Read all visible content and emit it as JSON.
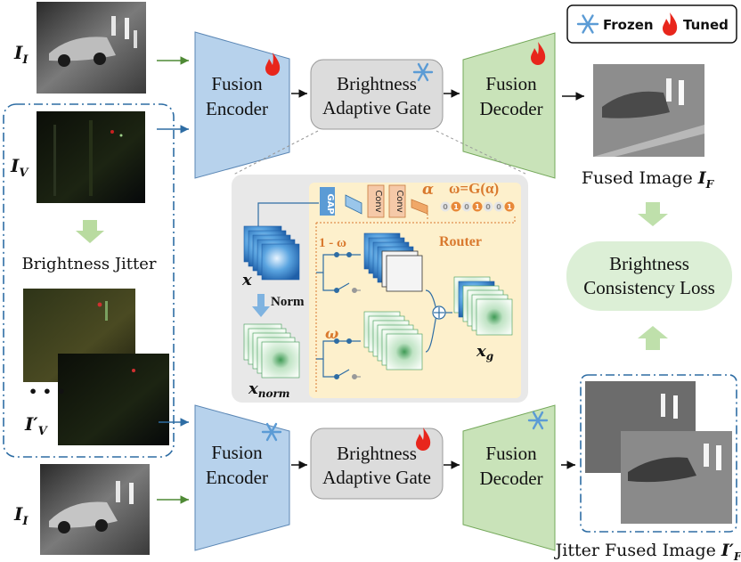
{
  "legend": {
    "frozen_label": "Frozen",
    "tuned_label": "Tuned"
  },
  "inputs": {
    "ir_label_main": "I",
    "ir_label_sub": "I",
    "vis_label_main": "I",
    "vis_label_sub": "V",
    "vis_jitter_label_main": "I′",
    "vis_jitter_label_sub": "V",
    "brightness_jitter": "Brightness Jitter",
    "ellipsis": "• • •"
  },
  "top_branch": {
    "encoder": [
      "Fusion",
      "Encoder"
    ],
    "gate": [
      "Brightness",
      "Adaptive Gate"
    ],
    "decoder": [
      "Fusion",
      "Decoder"
    ],
    "output_label_main": "Fused Image ",
    "output_label_var": "I",
    "output_label_sub": "F"
  },
  "bottom_branch": {
    "encoder": [
      "Fusion",
      "Encoder"
    ],
    "gate": [
      "Brightness",
      "Adaptive Gate"
    ],
    "decoder": [
      "Fusion",
      "Decoder"
    ],
    "output_label_main": "Jitter Fused Image ",
    "output_label_var": "I′",
    "output_label_sub": "F"
  },
  "loss": [
    "Brightness",
    "Consistency Loss"
  ],
  "gate_detail": {
    "gap": "GAP",
    "conv1": "Conv",
    "conv2": "Conv",
    "alpha": "α",
    "omega_eq": "ω=G(α)",
    "bits": [
      "0",
      "1",
      "0",
      "1",
      "0",
      "0",
      "1"
    ],
    "router": "Router",
    "one_minus_omega": "1 - ω",
    "omega": "ω",
    "x": "x",
    "norm": "Norm",
    "x_norm_main": "x",
    "x_norm_sub": "norm",
    "x_g_main": "x",
    "x_g_sub": "g"
  },
  "colors": {
    "encoder": "#b7d2ec",
    "decoder": "#c9e3b9",
    "gate": "#dcdcdc",
    "loss": "#dcefd6",
    "router_bg": "#fdf0cc",
    "accent": "#d9792e",
    "dash_blue": "#2e6da4"
  }
}
